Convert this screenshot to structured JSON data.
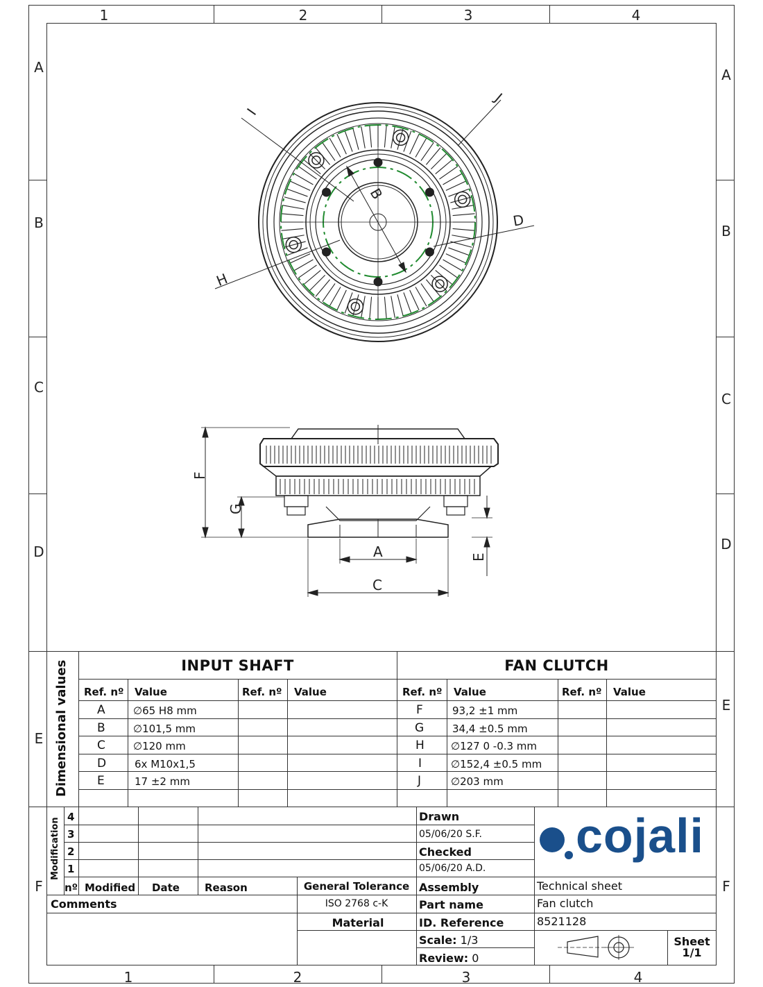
{
  "zones": {
    "cols": [
      "1",
      "2",
      "3",
      "4"
    ],
    "rows": [
      "A",
      "B",
      "C",
      "D",
      "E",
      "F"
    ]
  },
  "drawing_labels": {
    "top_view": [
      "I",
      "J",
      "B",
      "D",
      "H"
    ],
    "side_view": [
      "F",
      "G",
      "A",
      "C",
      "E"
    ]
  },
  "dimensional": {
    "side_label": "Dimensional values",
    "input_shaft": {
      "title": "INPUT SHAFT",
      "col_ref": "Ref. nº",
      "col_value": "Value",
      "rows": [
        {
          "ref": "A",
          "value": "∅65 H8 mm"
        },
        {
          "ref": "B",
          "value": "∅101,5 mm"
        },
        {
          "ref": "C",
          "value": "∅120 mm"
        },
        {
          "ref": "D",
          "value": "6x M10x1,5"
        },
        {
          "ref": "E",
          "value": "17 ±2 mm"
        }
      ]
    },
    "fan_clutch": {
      "title": "FAN CLUTCH",
      "col_ref": "Ref. nº",
      "col_value": "Value",
      "rows": [
        {
          "ref": "F",
          "value": "93,2 ±1 mm"
        },
        {
          "ref": "G",
          "value": "34,4 ±0.5 mm"
        },
        {
          "ref": "H",
          "value": "∅127 0 -0.3 mm"
        },
        {
          "ref": "I",
          "value": "∅152,4 ±0.5 mm"
        },
        {
          "ref": "J",
          "value": "∅203 mm"
        }
      ]
    }
  },
  "title_block": {
    "modification_label": "Modification",
    "mod_rows": [
      "4",
      "3",
      "2",
      "1"
    ],
    "col_no": "nº",
    "col_modified": "Modified",
    "col_date": "Date",
    "col_reason": "Reason",
    "general_tolerance_label": "General Tolerance",
    "general_tolerance_value": "ISO 2768 c-K",
    "material_label": "Material",
    "comments_label": "Comments",
    "drawn_label": "Drawn",
    "drawn_value": "05/06/20 S.F.",
    "checked_label": "Checked",
    "checked_value": "05/06/20 A.D.",
    "assembly_label": "Assembly",
    "assembly_value": "Technical sheet",
    "part_name_label": "Part name",
    "part_name_value": "Fan clutch",
    "id_ref_label": "ID. Reference",
    "id_ref_value": "8521128",
    "scale_label": "Scale:",
    "scale_value": "1/3",
    "review_label": "Review:",
    "review_value": "0",
    "sheet_label": "Sheet",
    "sheet_value": "1/1",
    "brand": "cojali",
    "brand_color": "#1a4f8b"
  },
  "colors": {
    "line": "#222222",
    "green": "#1f8a2e"
  }
}
